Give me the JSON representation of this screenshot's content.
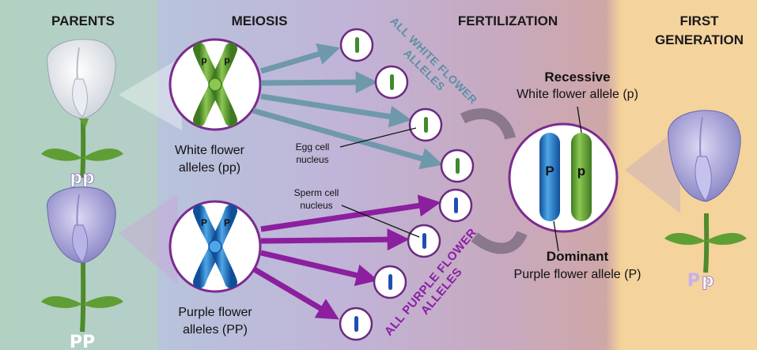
{
  "headers": {
    "parents": "PARENTS",
    "meiosis": "MEIOSIS",
    "fertilization": "FERTILIZATION",
    "first_generation_line1": "FIRST",
    "first_generation_line2": "GENERATION"
  },
  "parents": {
    "white_genotype": "pp",
    "purple_genotype": "PP"
  },
  "meiosis": {
    "white_chromosome_letters": [
      "p",
      "p"
    ],
    "purple_chromosome_letters": [
      "P",
      "P"
    ],
    "white_alleles_line1": "White flower",
    "white_alleles_line2": "alleles (pp)",
    "purple_alleles_line1": "Purple flower",
    "purple_alleles_line2": "alleles (PP)",
    "egg_label_line1": "Egg cell",
    "egg_label_line2": "nucleus",
    "sperm_label_line1": "Sperm cell",
    "sperm_label_line2": "nucleus"
  },
  "gametes": {
    "all_white_line1": "ALL WHITE FLOWER",
    "all_white_line2": "ALLELES",
    "all_purple_line1": "ALL PURPLE FLOWER",
    "all_purple_line2": "ALLELES"
  },
  "fertilization": {
    "dominant_letter": "P",
    "recessive_letter": "p",
    "recessive_title": "Recessive",
    "recessive_desc": "White flower allele (p)",
    "dominant_title": "Dominant",
    "dominant_desc": "Purple flower allele (P)"
  },
  "offspring": {
    "genotype_dominant": "P",
    "genotype_recessive": "p"
  },
  "colors": {
    "parents_bg": "#b9d2c4",
    "meiosis_bg": "#b9b6d8",
    "fert_bg": "#c9a4b0",
    "gen_bg": "#f2cf96",
    "white_arrow": "#6f98ab",
    "purple_arrow": "#8c1f9e",
    "green_chrom": "#6aa33c",
    "blue_chrom": "#2b7fc4"
  }
}
